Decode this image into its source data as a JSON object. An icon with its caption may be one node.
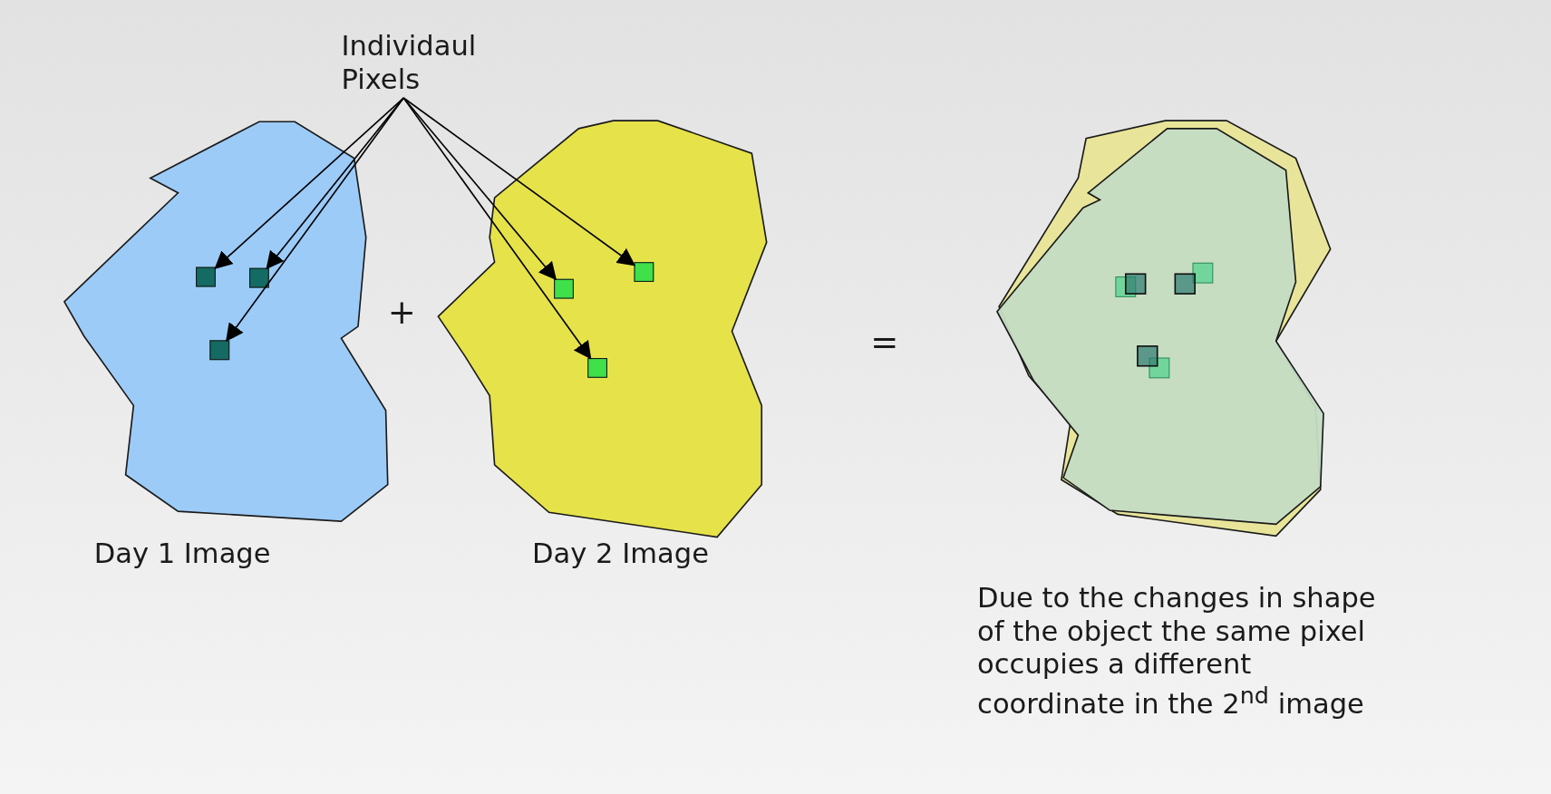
{
  "diagram": {
    "nodes": [
      {
        "text": [
          "Individaul Pixels"
        ]
      },
      {
        "text": [
          "Day 1 Image"
        ]
      },
      {
        "text": [],
        "shape": "box",
        "in": 1
      },
      {
        "text": [],
        "shape": "box",
        "in": 1
      },
      {
        "text": [],
        "shape": "box",
        "in": 1
      },
      {
        "text": [
          "Day 2 Image"
        ]
      },
      {
        "text": [],
        "shape": "box",
        "in": 5
      },
      {
        "text": [],
        "shape": "box",
        "in": 5
      },
      {
        "text": [],
        "shape": "box",
        "in": 5
      }
    ],
    "edges": [
      {
        "from": 0,
        "to": 2,
        "arrow": "to"
      },
      {
        "from": 0,
        "to": 3,
        "arrow": "to"
      },
      {
        "from": 0,
        "to": 4,
        "arrow": "to"
      },
      {
        "from": 0,
        "to": 6,
        "arrow": "to"
      },
      {
        "from": 0,
        "to": 7,
        "arrow": "to"
      },
      {
        "from": 0,
        "to": 8,
        "arrow": "to"
      }
    ],
    "labels": [
      "+",
      "=",
      "Due to the changes in shape of the object the same pixel occupies a different coordinate in the 2$^{nd}$ image"
    ]
  }
}
